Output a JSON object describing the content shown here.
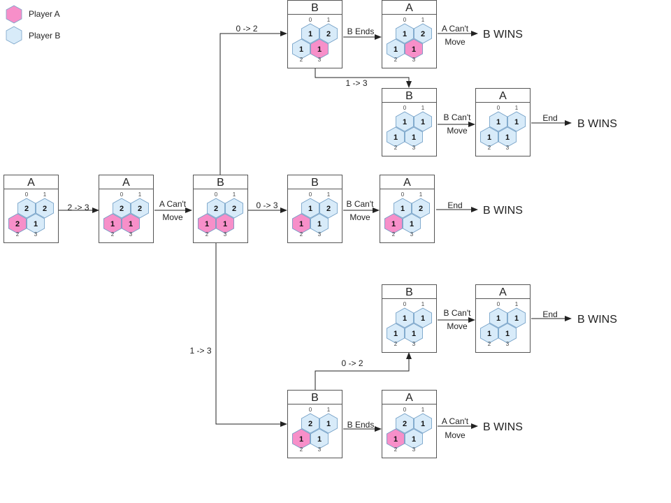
{
  "colors": {
    "player_a": "#f78fc9",
    "player_b": "#d8ebf9",
    "hex_stroke": "#6e9cc4",
    "box_stroke": "#555555",
    "line": "#222222"
  },
  "legend": [
    {
      "label": "Player A",
      "color": "#f78fc9"
    },
    {
      "label": "Player B",
      "color": "#d8ebf9"
    }
  ],
  "cell_indices": [
    "0",
    "1",
    "2",
    "3"
  ],
  "boards": [
    {
      "id": "b1",
      "title": "A",
      "cells": [
        {
          "v": "2",
          "o": "B"
        },
        {
          "v": "2",
          "o": "B"
        },
        {
          "v": "2",
          "o": "A"
        },
        {
          "v": "1",
          "o": "B"
        }
      ]
    },
    {
      "id": "b2",
      "title": "A",
      "cells": [
        {
          "v": "2",
          "o": "B"
        },
        {
          "v": "2",
          "o": "B"
        },
        {
          "v": "1",
          "o": "A"
        },
        {
          "v": "1",
          "o": "A"
        }
      ]
    },
    {
      "id": "b3",
      "title": "B",
      "cells": [
        {
          "v": "2",
          "o": "B"
        },
        {
          "v": "2",
          "o": "B"
        },
        {
          "v": "1",
          "o": "A"
        },
        {
          "v": "1",
          "o": "A"
        }
      ]
    },
    {
      "id": "b4",
      "title": "B",
      "cells": [
        {
          "v": "1",
          "o": "B"
        },
        {
          "v": "2",
          "o": "B"
        },
        {
          "v": "1",
          "o": "B"
        },
        {
          "v": "1",
          "o": "A"
        }
      ]
    },
    {
      "id": "b5",
      "title": "A",
      "cells": [
        {
          "v": "1",
          "o": "B"
        },
        {
          "v": "2",
          "o": "B"
        },
        {
          "v": "1",
          "o": "B"
        },
        {
          "v": "1",
          "o": "A"
        }
      ]
    },
    {
      "id": "b6",
      "title": "B",
      "cells": [
        {
          "v": "1",
          "o": "B"
        },
        {
          "v": "1",
          "o": "B"
        },
        {
          "v": "1",
          "o": "B"
        },
        {
          "v": "1",
          "o": "B"
        }
      ]
    },
    {
      "id": "b7",
      "title": "A",
      "cells": [
        {
          "v": "1",
          "o": "B"
        },
        {
          "v": "1",
          "o": "B"
        },
        {
          "v": "1",
          "o": "B"
        },
        {
          "v": "1",
          "o": "B"
        }
      ]
    },
    {
      "id": "b8",
      "title": "B",
      "cells": [
        {
          "v": "1",
          "o": "B"
        },
        {
          "v": "2",
          "o": "B"
        },
        {
          "v": "1",
          "o": "A"
        },
        {
          "v": "1",
          "o": "B"
        }
      ]
    },
    {
      "id": "b9",
      "title": "A",
      "cells": [
        {
          "v": "1",
          "o": "B"
        },
        {
          "v": "2",
          "o": "B"
        },
        {
          "v": "1",
          "o": "A"
        },
        {
          "v": "1",
          "o": "B"
        }
      ]
    },
    {
      "id": "b10",
      "title": "B",
      "cells": [
        {
          "v": "1",
          "o": "B"
        },
        {
          "v": "1",
          "o": "B"
        },
        {
          "v": "1",
          "o": "B"
        },
        {
          "v": "1",
          "o": "B"
        }
      ]
    },
    {
      "id": "b11",
      "title": "A",
      "cells": [
        {
          "v": "1",
          "o": "B"
        },
        {
          "v": "1",
          "o": "B"
        },
        {
          "v": "1",
          "o": "B"
        },
        {
          "v": "1",
          "o": "B"
        }
      ]
    },
    {
      "id": "b12",
      "title": "B",
      "cells": [
        {
          "v": "2",
          "o": "B"
        },
        {
          "v": "1",
          "o": "B"
        },
        {
          "v": "1",
          "o": "A"
        },
        {
          "v": "1",
          "o": "B"
        }
      ]
    },
    {
      "id": "b13",
      "title": "A",
      "cells": [
        {
          "v": "2",
          "o": "B"
        },
        {
          "v": "1",
          "o": "B"
        },
        {
          "v": "1",
          "o": "A"
        },
        {
          "v": "1",
          "o": "B"
        }
      ]
    }
  ],
  "edge_labels": {
    "e1": "2 -> 3",
    "e2_line1": "A Can't",
    "e2_line2": "Move",
    "e3": "0 -> 2",
    "e4": "0 -> 3",
    "e5": "1 -> 3",
    "e6": "B Ends",
    "e7_line1": "A Can't",
    "e7_line2": "Move",
    "e8": "1 -> 3",
    "e9_line1": "B Can't",
    "e9_line2": "Move",
    "e10": "End",
    "e11_line1": "B Can't",
    "e11_line2": "Move",
    "e12": "End",
    "e13_line1": "B Can't",
    "e13_line2": "Move",
    "e14": "End",
    "e15": "0 -> 2",
    "e16": "B Ends",
    "e17_line1": "A Can't",
    "e17_line2": "Move"
  },
  "results": {
    "r1": "B WINS",
    "r2": "B WINS",
    "r3": "B WINS",
    "r4": "B WINS",
    "r5": "B WINS"
  }
}
